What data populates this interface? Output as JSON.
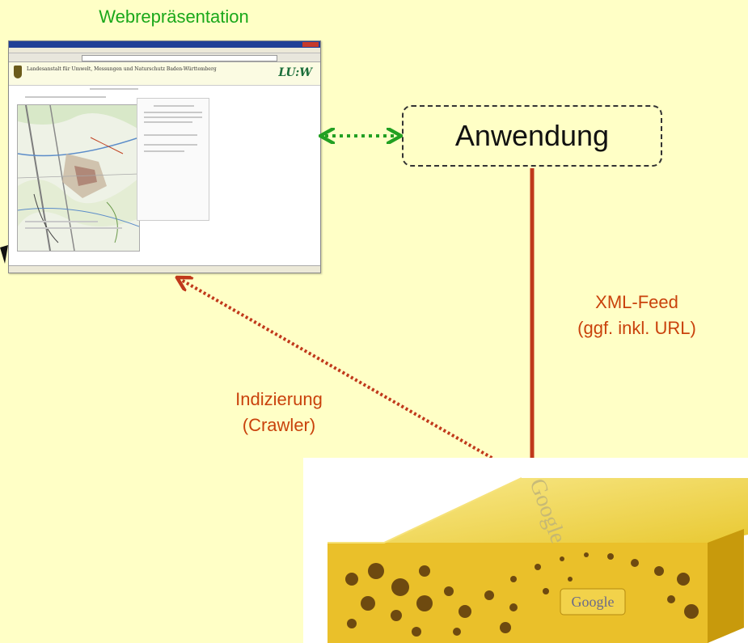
{
  "web_label": "Webrepräsentation",
  "app_label": "Anwendung",
  "xml_feed_line1": "XML-Feed",
  "xml_feed_line2": "(ggf. inkl. URL)",
  "indexing_line1": "Indizierung",
  "indexing_line2": "(Crawler)",
  "screenshot": {
    "header_text": "Landesanstalt für Umwelt, Messungen und Naturschutz Baden-Württemberg",
    "logo_text": "LU:W"
  },
  "appliance": {
    "logo_text": "Google",
    "top_text": "Google"
  },
  "colors": {
    "background": "#ffffc6",
    "web_label": "#1aa81a",
    "green_arrow": "#22a022",
    "red_arrow": "#c0391b",
    "labels_red": "#c9420c",
    "appliance_yellow": "#e8c21e"
  }
}
